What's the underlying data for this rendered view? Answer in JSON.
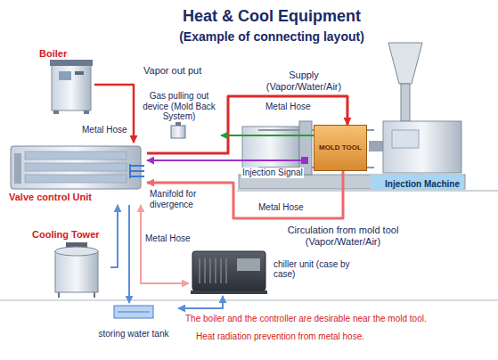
{
  "diagram": {
    "title": "Heat & Cool Equipment",
    "nodes": [
      {
        "text": [
          "Boiler"
        ]
      },
      {
        "text": [
          "Gas pulling out device (Mold Back System)"
        ]
      },
      {
        "text": [
          "Valve control Unit"
        ]
      },
      {
        "text": [
          "Injection Machine"
        ]
      },
      {
        "text": [
          "MOLD TOOL"
        ],
        "in": 3
      },
      {
        "text": [
          "Cooling Tower"
        ]
      },
      {
        "text": [
          "chiller unit (case by case)"
        ]
      },
      {
        "text": [
          "storing water tank"
        ]
      }
    ],
    "edges": [
      {
        "from": 0,
        "to": 2,
        "arrow": "to",
        "label": "Vapor out put"
      },
      {
        "from": 2,
        "to": 4,
        "arrow": "to",
        "label": "Supply (Vapor/Water/Air)"
      },
      {
        "from": 4,
        "to": 2,
        "arrow": "to",
        "label": "Circulation from mold tool (Vapor/Water/Air)"
      },
      {
        "from": 4,
        "to": 1,
        "arrow": "to"
      },
      {
        "from": 3,
        "to": 2,
        "arrow": "to",
        "label": "Injection Signal"
      },
      {
        "from": 5,
        "to": 2,
        "arrow": "to",
        "label": "Metal Hose"
      },
      {
        "from": 6,
        "to": 2,
        "arrow": "both"
      },
      {
        "from": 2,
        "to": 7,
        "arrow": "to"
      },
      {
        "from": 6,
        "to": 7,
        "arrow": "both"
      }
    ],
    "labels": [
      "(Example of connecting layout)",
      "Metal Hose",
      "Metal Hose",
      "Manifold for divergence",
      "Metal Hose",
      "The boiler and the controller are desirable near the mold tool.",
      "Heat radiation prevention from metal hose."
    ]
  }
}
